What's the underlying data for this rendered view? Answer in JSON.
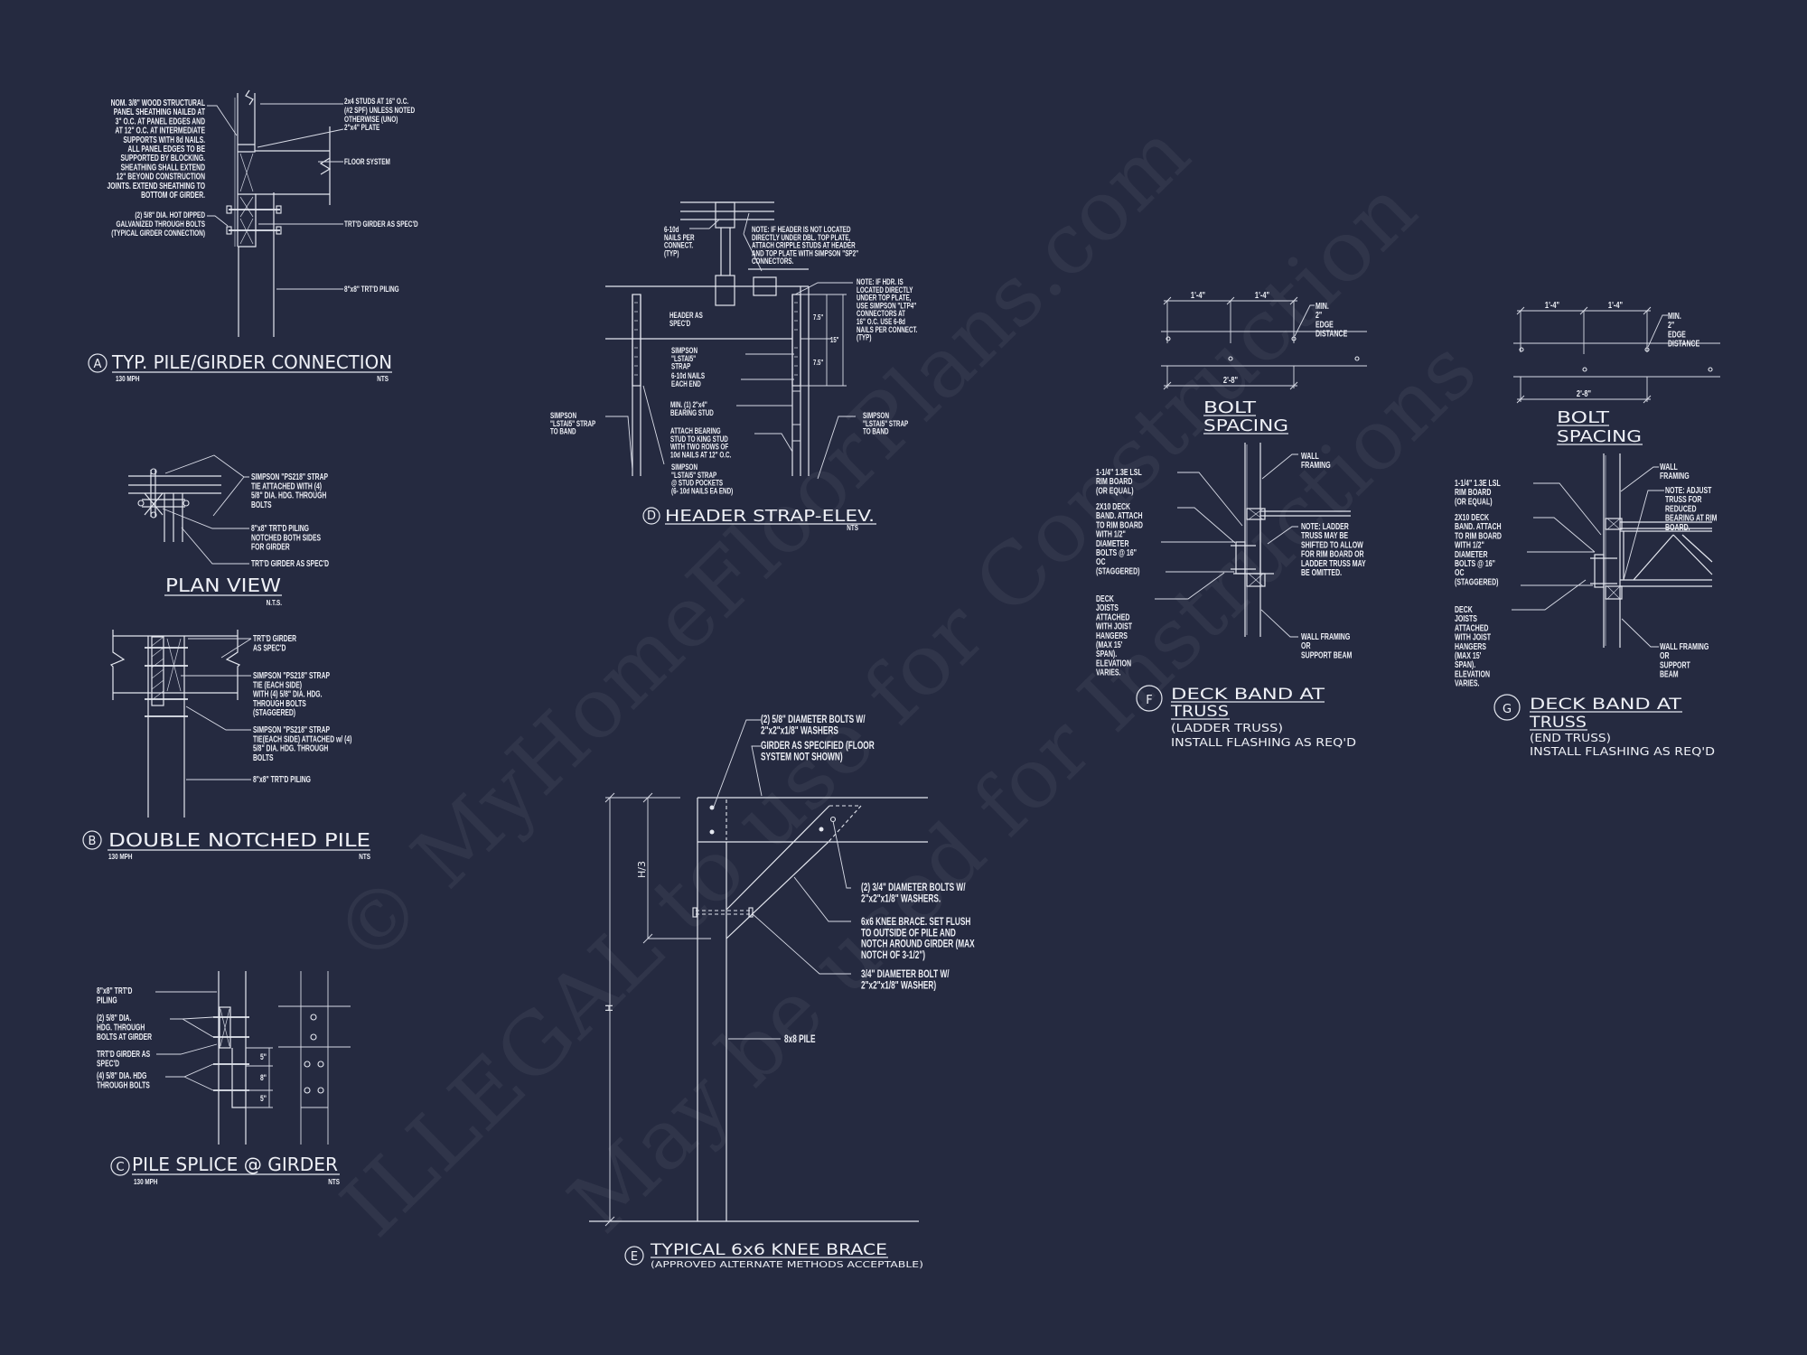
{
  "sheet": {
    "background": "#252a40",
    "line_color": "#e4e7ef"
  },
  "watermark": [
    "© MyHomeFloorPlans.com",
    "ILLEGAL to use for Construction",
    "May be used for Instructions"
  ],
  "details": {
    "A": {
      "marker": "A",
      "title": "TYP. PILE/GIRDER CONNECTION",
      "wind": "130 MPH",
      "scale": "NTS",
      "notes": {
        "sheathing": [
          "NOM. 3/8\" WOOD STRUCTURAL",
          "PANEL SHEATHING NAILED AT",
          "3\" O.C. AT PANEL EDGES AND",
          "AT 12\" O.C. AT INTERMEDIATE",
          "SUPPORTS WITH 8d NAILS.",
          "ALL PANEL EDGES TO BE",
          "SUPPORTED BY BLOCKING.",
          "SHEATHING SHALL EXTEND",
          "12\" BEYOND CONSTRUCTION",
          "JOINTS. EXTEND SHEATHING TO",
          "BOTTOM OF GIRDER."
        ],
        "studs": [
          "2x4 STUDS AT 16\" O.C.",
          "(#2 SPF) UNLESS NOTED",
          "OTHERWISE (UNO)"
        ],
        "plate": [
          "2\"x4\" PLATE"
        ],
        "floor": [
          "FLOOR SYSTEM"
        ],
        "bolts": [
          "(2) 5/8\" DIA. HOT DIPPED",
          "GALVANIZED THROUGH BOLTS",
          "(TYPICAL GIRDER CONNECTION)"
        ],
        "girder": [
          "TRT'D GIRDER AS SPEC'D"
        ],
        "piling": [
          "8\"x8\" TRT'D PILING"
        ]
      }
    },
    "plan_view": {
      "title": "PLAN VIEW",
      "scale": "N.T.S.",
      "notes": {
        "strap": [
          "SIMPSON \"PS218\" STRAP",
          "TIE ATTACHED WITH (4)",
          "5/8\" DIA. HDG. THROUGH",
          "BOLTS"
        ],
        "piling": [
          "8\"x8\" TRT'D PILING",
          "NOTCHED BOTH SIDES",
          "FOR GIRDER"
        ],
        "girder": [
          "TRT'D GIRDER AS SPEC'D"
        ]
      }
    },
    "B": {
      "marker": "B",
      "title": "DOUBLE NOTCHED PILE",
      "wind": "130 MPH",
      "scale": "NTS",
      "notes": {
        "girder": [
          "TRT'D GIRDER",
          "AS SPEC'D"
        ],
        "strap": [
          "SIMPSON \"PS218\" STRAP",
          "TIE (EACH SIDE)",
          "WITH (4) 5/8\" DIA. HDG.",
          "THROUGH BOLTS",
          "(STAGGERED)"
        ],
        "strap_attached": [
          "SIMPSON \"PS218\" STRAP",
          "TIE(EACH SIDE) ATTACHED w/ (4)",
          "5/8\" DIA. HDG. THROUGH",
          "BOLTS"
        ],
        "piling": [
          "8\"x8\" TRT'D PILING"
        ]
      }
    },
    "C": {
      "marker": "C",
      "title": "PILE SPLICE @ GIRDER",
      "wind": "130 MPH",
      "scale": "NTS",
      "dims": [
        "5\"",
        "8\"",
        "5\""
      ],
      "notes": {
        "piling": [
          "8\"x8\" TRT'D",
          "PILING"
        ],
        "bolts_girder": [
          "(2) 5/8\" DIA.",
          "HDG. THROUGH",
          "BOLTS AT GIRDER"
        ],
        "girder": [
          "TRT'D GIRDER AS",
          "SPEC'D"
        ],
        "bolts": [
          "(4) 5/8\" DIA. HDG",
          "THROUGH BOLTS"
        ]
      }
    },
    "D": {
      "marker": "D",
      "title": "HEADER STRAP-ELEV.",
      "scale": "NTS",
      "dims": [
        "7.5\"",
        "7.5\"",
        "15\""
      ],
      "notes": {
        "nails": [
          "6-10d",
          "NAILS PER",
          "CONNECT.",
          "(TYP)"
        ],
        "note_header": [
          "NOTE: IF HEADER IS NOT LOCATED",
          "DIRECTLY UNDER DBL. TOP PLATE,",
          "ATTACH CRIPPLE STUDS AT HEADER",
          "AND TOP PLATE WITH SIMPSON \"SP2\"",
          "CONNECTORS."
        ],
        "note_hdr": [
          "NOTE: IF HDR. IS",
          "LOCATED DIRECTLY",
          "UNDER TOP PLATE,",
          "USE SIMPSON \"LTP4\"",
          "CONNECTORS AT",
          "16\" O.C.  USE 6-8d",
          "NAILS PER CONNECT.",
          "(TYP)"
        ],
        "header": [
          "HEADER AS",
          "SPEC'D"
        ],
        "strap": [
          "SIMPSON",
          "\"LSTAI5\"",
          "STRAP"
        ],
        "nails_end": [
          "6-10d NAILS",
          "EACH END"
        ],
        "bearing_stud": [
          "MIN. (1) 2\"x4\"",
          "BEARING STUD"
        ],
        "attach": [
          "ATTACH BEARING",
          "STUD TO KING STUD",
          "WITH TWO ROWS OF",
          "10d NAILS AT 12\" O.C."
        ],
        "pockets": [
          "SIMPSON",
          "\"LSTAI5\" STRAP",
          "@ STUD POCKETS",
          "(6- 10d NAILS EA END)"
        ],
        "band_left": [
          "SIMPSON",
          "\"LSTAI5\" STRAP",
          "TO BAND"
        ],
        "band_right": [
          "SIMPSON",
          "\"LSTAI5\" STRAP",
          "TO BAND"
        ]
      }
    },
    "E": {
      "marker": "E",
      "title": "TYPICAL 6x6 KNEE BRACE",
      "subtitle": "(APPROVED ALTERNATE METHODS ACCEPTABLE)",
      "dims": {
        "h": "H",
        "h3": "H/3"
      },
      "notes": {
        "bolts_58": [
          "(2) 5/8\" DIAMETER BOLTS W/",
          "2\"x2\"x1/8\" WASHERS"
        ],
        "girder": [
          "GIRDER AS SPECIFIED (FLOOR",
          "SYSTEM NOT SHOWN)"
        ],
        "bolts_34": [
          "(2) 3/4\" DIAMETER BOLTS W/",
          "2\"x2\"x1/8\" WASHERS."
        ],
        "brace": [
          "6x6 KNEE BRACE. SET FLUSH",
          "TO OUTSIDE OF PILE AND",
          "NOTCH AROUND GIRDER (MAX",
          "NOTCH OF 3-1/2\")"
        ],
        "bolt_34": [
          "3/4\" DIAMETER BOLT W/",
          "2\"x2\"x1/8\" WASHER)"
        ],
        "pile": [
          "8x8 PILE"
        ]
      }
    },
    "F": {
      "marker": "F",
      "title_lines": [
        "DECK BAND AT",
        "TRUSS"
      ],
      "subtitle": "(LADDER TRUSS)",
      "install": "INSTALL FLASHING AS REQ'D",
      "bolt_spacing": {
        "title_lines": [
          "BOLT",
          "SPACING"
        ],
        "dims": [
          "1'-4\"",
          "1'-4\"",
          "2'-8\""
        ],
        "edge": [
          "MIN.",
          "2\"",
          "EDGE",
          "DISTANCE"
        ]
      },
      "notes": {
        "rim": [
          "1-1/4\" 1.3E LSL",
          "RIM BOARD",
          "(OR EQUAL)"
        ],
        "band": [
          "2X10 DECK",
          "BAND. ATTACH",
          "TO RIM BOARD",
          "WITH 1/2\"",
          "DIAMETER",
          "BOLTS @ 16\"",
          "OC",
          "(STAGGERED)"
        ],
        "joists": [
          "DECK",
          "JOISTS",
          "ATTACHED",
          "WITH JOIST",
          "HANGERS",
          "(MAX 15'",
          "SPAN).",
          "ELEVATION",
          "VARIES."
        ],
        "wall": [
          "WALL",
          "FRAMING"
        ],
        "ladder_note": [
          "NOTE: LADDER",
          "TRUSS MAY BE",
          "SHIFTED TO ALLOW",
          "FOR RIM BOARD OR",
          "LADDER TRUSS MAY",
          "BE OMITTED."
        ],
        "support": [
          "WALL FRAMING",
          "OR",
          "SUPPORT BEAM"
        ]
      }
    },
    "G": {
      "marker": "G",
      "title_lines": [
        "DECK BAND AT",
        "TRUSS"
      ],
      "subtitle": "(END TRUSS)",
      "install": "INSTALL FLASHING AS REQ'D",
      "bolt_spacing": {
        "title_lines": [
          "BOLT",
          "SPACING"
        ],
        "dims": [
          "1'-4\"",
          "1'-4\"",
          "2'-8\""
        ],
        "edge": [
          "MIN.",
          "2\"",
          "EDGE",
          "DISTANCE"
        ]
      },
      "notes": {
        "rim": [
          "1-1/4\" 1.3E LSL",
          "RIM BOARD",
          "(OR EQUAL)"
        ],
        "band": [
          "2X10 DECK",
          "BAND. ATTACH",
          "TO RIM BOARD",
          "WITH 1/2\"",
          "DIAMETER",
          "BOLTS @ 16\"",
          "OC",
          "(STAGGERED)"
        ],
        "joists": [
          "DECK",
          "JOISTS",
          "ATTACHED",
          "WITH JOIST",
          "HANGERS",
          "(MAX 15'",
          "SPAN).",
          "ELEVATION",
          "VARIES."
        ],
        "wall": [
          "WALL",
          "FRAMING"
        ],
        "adjust_note": [
          "NOTE: ADJUST",
          "TRUSS FOR",
          "REDUCED",
          "BEARING AT RIM",
          "BOARD."
        ],
        "support": [
          "WALL FRAMING",
          "OR",
          "SUPPORT",
          "BEAM"
        ]
      }
    }
  }
}
